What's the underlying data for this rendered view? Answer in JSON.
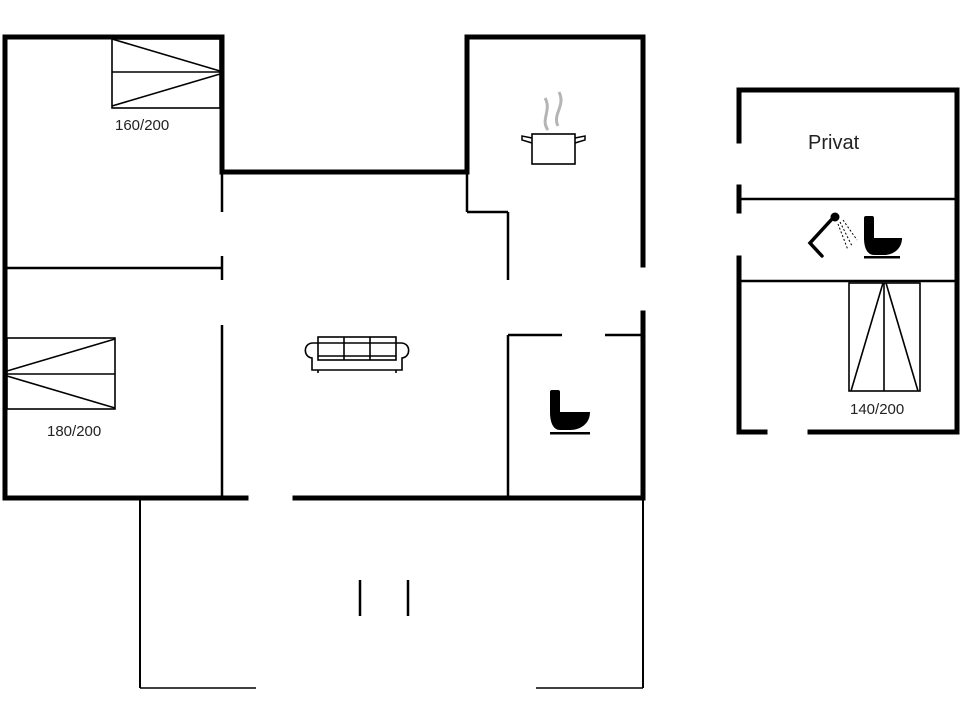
{
  "floorplan": {
    "colors": {
      "wall": "#000000",
      "background": "#ffffff",
      "steam": "#b5b5b5",
      "text": "#222222"
    },
    "main_house": {
      "bedrooms": [
        {
          "id": "bedroom-1",
          "bed_label": "160/200"
        },
        {
          "id": "bedroom-2",
          "bed_label": "180/200"
        }
      ],
      "rooms": [
        {
          "id": "living-room",
          "icon": "sofa-icon"
        },
        {
          "id": "kitchen",
          "icon": "cooking-pot-icon"
        },
        {
          "id": "toilet",
          "icon": "toilet-icon"
        },
        {
          "id": "terrace",
          "icon": "door-marks"
        }
      ]
    },
    "annex": {
      "private_label": "Privat",
      "bathroom_icons": [
        "shower-icon",
        "toilet-icon"
      ],
      "bedroom": {
        "bed_label": "140/200"
      }
    }
  }
}
